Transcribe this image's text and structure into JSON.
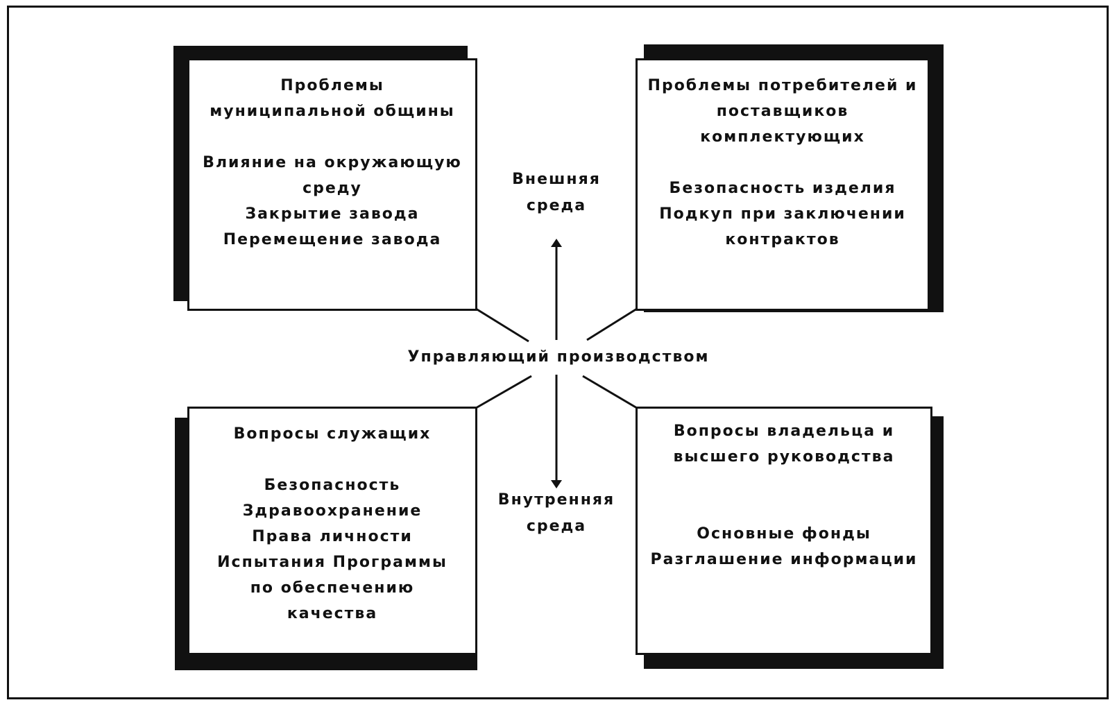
{
  "center_label": "Управляющий производством",
  "external_label": [
    "Внешняя",
    "среда"
  ],
  "internal_label": [
    "Внутренняя",
    "среда"
  ],
  "boxes": {
    "top_left": {
      "title": [
        "Проблемы",
        "муниципальной общины"
      ],
      "items": [
        "Влияние на окружающую",
        "среду",
        "Закрытие завода",
        "Перемещение завода"
      ]
    },
    "top_right": {
      "title": [
        "Проблемы потребителей и",
        "поставщиков",
        "комплектующих"
      ],
      "items": [
        "Безопасность изделия",
        "Подкуп при заключении",
        "контрактов"
      ]
    },
    "bottom_left": {
      "title": [
        "Вопросы служащих"
      ],
      "items": [
        "Безопасность",
        "Здравоохранение",
        "Права личности",
        "Испытания Программы",
        "по обеспечению",
        "качества"
      ]
    },
    "bottom_right": {
      "title": [
        "Вопросы владельца и",
        "высшего руководства"
      ],
      "items": [
        "Основные фонды",
        "Разглашение информации"
      ]
    }
  }
}
